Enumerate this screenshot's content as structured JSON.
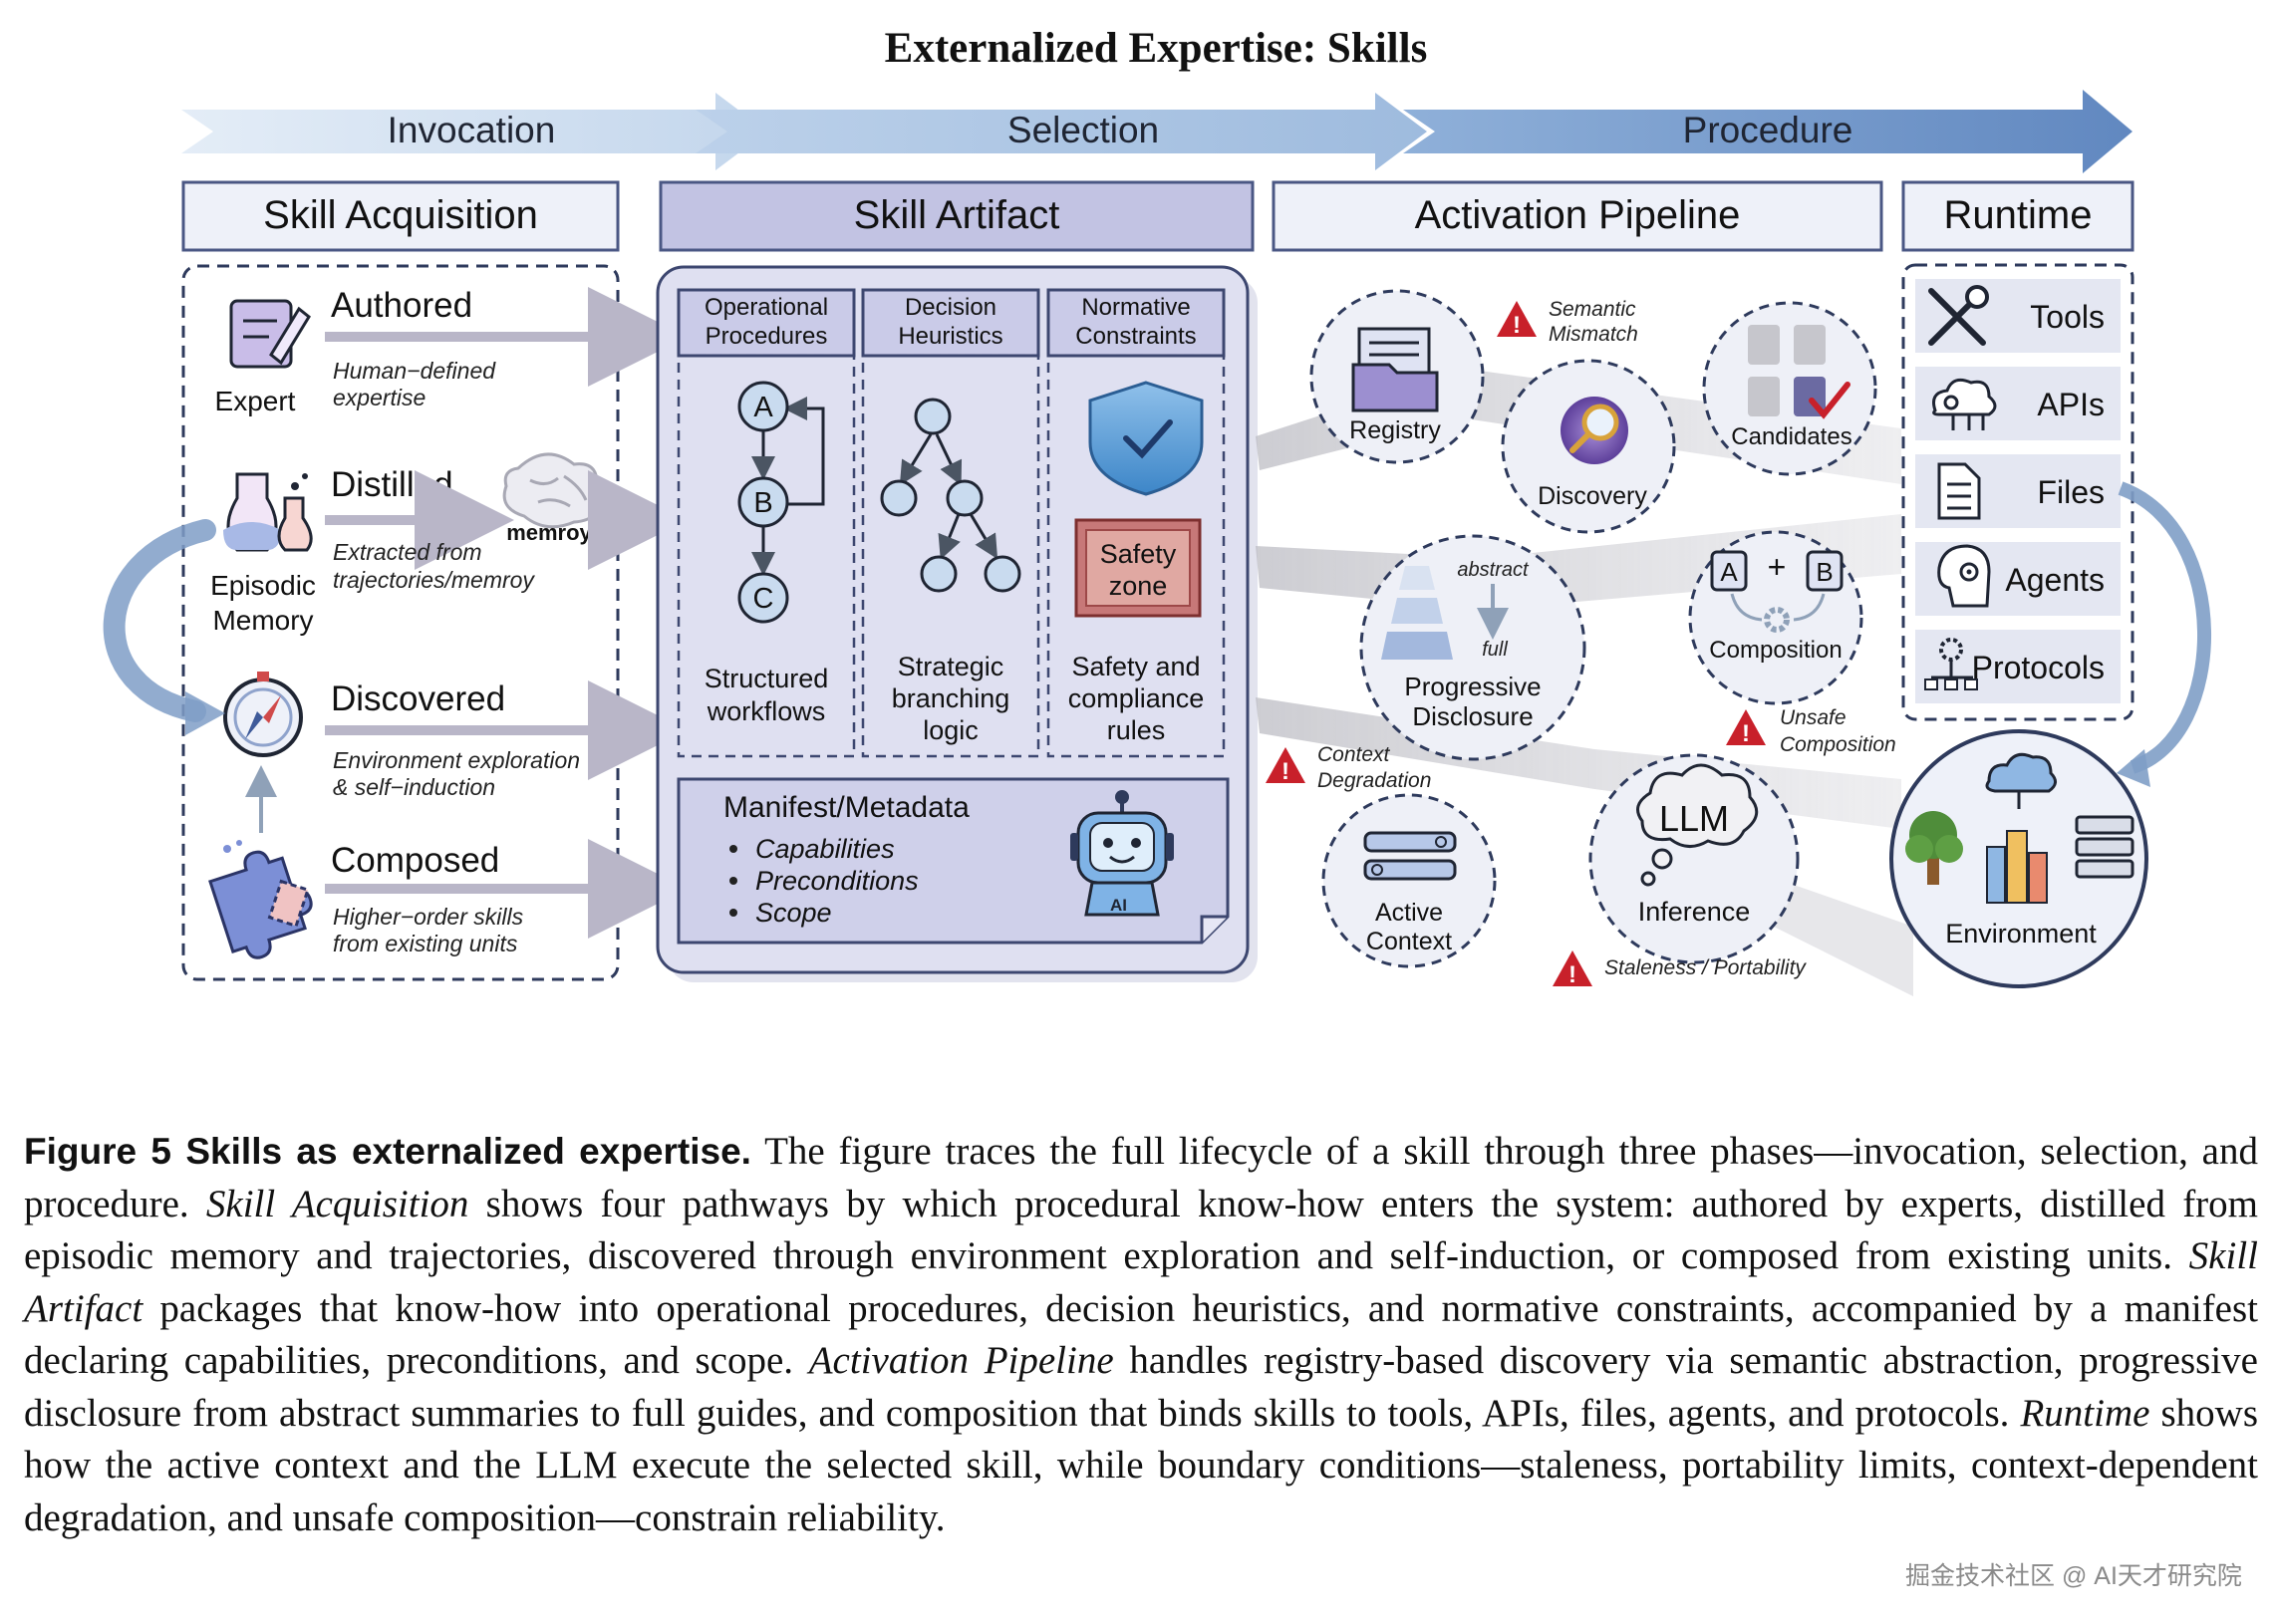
{
  "figure": {
    "title": "Externalized Expertise: Skills",
    "phases": [
      "Invocation",
      "Selection",
      "Procedure"
    ],
    "columns": {
      "acquisition": "Skill Acquisition",
      "artifact": "Skill Artifact",
      "pipeline": "Activation Pipeline",
      "runtime": "Runtime"
    },
    "acquisition": {
      "authored": {
        "title": "Authored",
        "desc1": "Human−defined",
        "desc2": "expertise",
        "icon_label": "Expert",
        "icon": "pencil-document-icon"
      },
      "distilled": {
        "title": "Distilled",
        "desc1": "Extracted from",
        "desc2": "trajectories/memroy",
        "icon_label1": "Episodic",
        "icon_label2": "Memory",
        "brain_label": "memroy",
        "icon": "flask-icon"
      },
      "discovered": {
        "title": "Discovered",
        "desc1": "Environment exploration",
        "desc2": "& self−induction",
        "icon": "compass-icon"
      },
      "composed": {
        "title": "Composed",
        "desc1": "Higher−order skills",
        "desc2": "from existing units",
        "icon": "puzzle-icon"
      }
    },
    "artifact": {
      "op": {
        "h1": "Operational",
        "h2": "Procedures",
        "nodes": [
          "A",
          "B",
          "C"
        ],
        "f1": "Structured",
        "f2": "workflows"
      },
      "dh": {
        "h1": "Decision",
        "h2": "Heuristics",
        "f1": "Strategic",
        "f2": "branching",
        "f3": "logic"
      },
      "nc": {
        "h1": "Normative",
        "h2": "Constraints",
        "zone1": "Safety",
        "zone2": "zone",
        "f1": "Safety and",
        "f2": "compliance",
        "f3": "rules"
      },
      "manifest": {
        "title": "Manifest/Metadata",
        "items": [
          "Capabilities",
          "Preconditions",
          "Scope"
        ],
        "robot_badge": "AI"
      }
    },
    "pipeline": {
      "registry": "Registry",
      "discovery": "Discovery",
      "candidates": "Candidates",
      "progressive1": "Progressive",
      "progressive2": "Disclosure",
      "abstract": "abstract",
      "full": "full",
      "composition": "Composition",
      "comp_a": "A",
      "comp_plus": "+",
      "comp_b": "B",
      "active1": "Active",
      "active2": "Context",
      "llm": "LLM",
      "inference": "Inference",
      "warn_semantic1": "Semantic",
      "warn_semantic2": "Mismatch",
      "warn_unsafe1": "Unsafe",
      "warn_unsafe2": "Composition",
      "warn_context1": "Context",
      "warn_context2": "Degradation",
      "warn_stale": "Staleness / Portability"
    },
    "runtime": {
      "items": [
        {
          "label": "Tools",
          "icon": "wrench-screwdriver-icon"
        },
        {
          "label": "APIs",
          "icon": "cloud-gear-icon"
        },
        {
          "label": "Files",
          "icon": "file-icon"
        },
        {
          "label": "Agents",
          "icon": "robot-head-icon"
        },
        {
          "label": "Protocols",
          "icon": "network-gear-icon"
        }
      ],
      "environment": "Environment"
    }
  },
  "caption": {
    "label": "Figure 5  Skills as externalized expertise.",
    "s1": " The figure traces the full lifecycle of a skill through three phases—invocation, selection, and procedure. ",
    "em1": "Skill Acquisition",
    "s2": " shows four pathways by which procedural know-how enters the system: authored by experts, distilled from episodic memory and trajectories, discovered through environment exploration and self-induction, or composed from existing units. ",
    "em2": "Skill Artifact",
    "s3": " packages that know-how into operational procedures, decision heuristics, and normative constraints, accompanied by a manifest declaring capabilities, preconditions, and scope. ",
    "em3": "Activation Pipeline",
    "s4": " handles registry-based discovery via semantic abstraction, progressive disclosure from abstract summaries to full guides, and composition that binds skills to tools, APIs, files, agents, and protocols. ",
    "em4": "Runtime",
    "s5": " shows how the active context and the LLM execute the selected skill, while boundary conditions—staleness, portability limits, context-dependent degradation, and unsafe composition—constrain reliability."
  },
  "watermark": "掘金技术社区 @ AI天才研究院",
  "colors": {
    "arrow_light": "#c9d9ec",
    "arrow_mid": "#a9c3e0",
    "arrow_dark": "#6f96c7",
    "header_fill": "#eef1f9",
    "header_stroke": "#4a5784",
    "artifact_header_fill": "#c2c3e3",
    "artifact_panel": "#dfe0f1",
    "manifest_fill": "#cfd0ea",
    "warning_red": "#c8202a",
    "beam_gray": "#c9c9cf",
    "node_blue": "#c9dbef"
  }
}
